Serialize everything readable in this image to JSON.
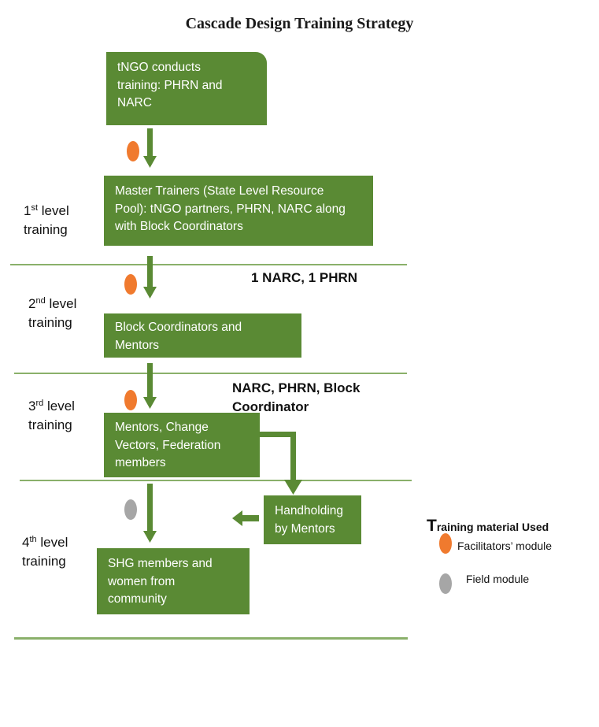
{
  "title": "Cascade Design Training Strategy",
  "boxes": {
    "tngo": [
      "tNGO conducts",
      "training: PHRN and",
      "NARC"
    ],
    "master": [
      "Master Trainers (State Level Resource",
      "Pool): tNGO partners, PHRN, NARC along",
      "with Block Coordinators"
    ],
    "block": [
      "Block Coordinators and",
      "Mentors"
    ],
    "mentors": [
      "Mentors, Change",
      "Vectors, Federation",
      "members"
    ],
    "handholding": [
      "Handholding",
      "by Mentors"
    ],
    "shg": [
      "SHG members and",
      "women from",
      "community"
    ]
  },
  "levels": [
    {
      "num": "1",
      "sup": "st",
      "word": "level",
      "line2": "training"
    },
    {
      "num": "2",
      "sup": "nd",
      "word": "level",
      "line2": "training"
    },
    {
      "num": "3",
      "sup": "rd",
      "word": "level",
      "line2": "training"
    },
    {
      "num": "4",
      "sup": "th",
      "word": "level",
      "line2": "training"
    }
  ],
  "notes": {
    "level2": "1 NARC, 1 PHRN",
    "level3_line1": "NARC, PHRN, Block",
    "level3_line2": "Coordinator"
  },
  "legend": {
    "title_initial": "T",
    "title_rest": "raining material Used",
    "items": [
      {
        "label": "Facilitators’ module",
        "color": "#f07a2e"
      },
      {
        "label": "Field module",
        "color": "#a6a6a6"
      }
    ]
  },
  "colors": {
    "box": "#5a8a34",
    "arrow": "#5a8a34",
    "divider": "#8ab06a",
    "facilitator_marker": "#f07a2e",
    "field_marker": "#a6a6a6"
  }
}
